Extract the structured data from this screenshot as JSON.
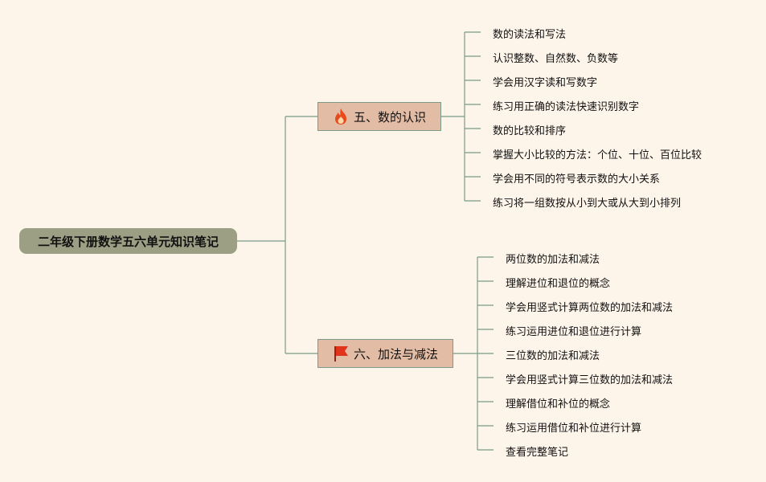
{
  "root": {
    "title": "二年级下册数学五六单元知识笔记"
  },
  "branches": [
    {
      "icon": "fire-icon",
      "icon_color": "#e84a1c",
      "label": "五、数的认识",
      "items": [
        "数的读法和写法",
        "认识整数、自然数、负数等",
        "学会用汉字读和写数字",
        "练习用正确的读法快速识别数字",
        "数的比较和排序",
        "掌握大小比较的方法：个位、十位、百位比较",
        "学会用不同的符号表示数的大小关系",
        "练习将一组数按从小到大或从大到小排列"
      ]
    },
    {
      "icon": "flag-icon",
      "icon_color": "#e0341c",
      "label": "六、加法与减法",
      "items": [
        "两位数的加法和减法",
        "理解进位和退位的概念",
        "学会用竖式计算两位数的加法和减法",
        "练习运用进位和退位进行计算",
        "三位数的加法和减法",
        "学会用竖式计算三位数的加法和减法",
        "理解借位和补位的概念",
        "练习运用借位和补位进行计算",
        "查看完整笔记"
      ]
    }
  ],
  "colors": {
    "background": "#fdf4ea",
    "root_fill": "#9c9f83",
    "branch_fill": "#e3bca5",
    "connector": "#7a9b88"
  }
}
